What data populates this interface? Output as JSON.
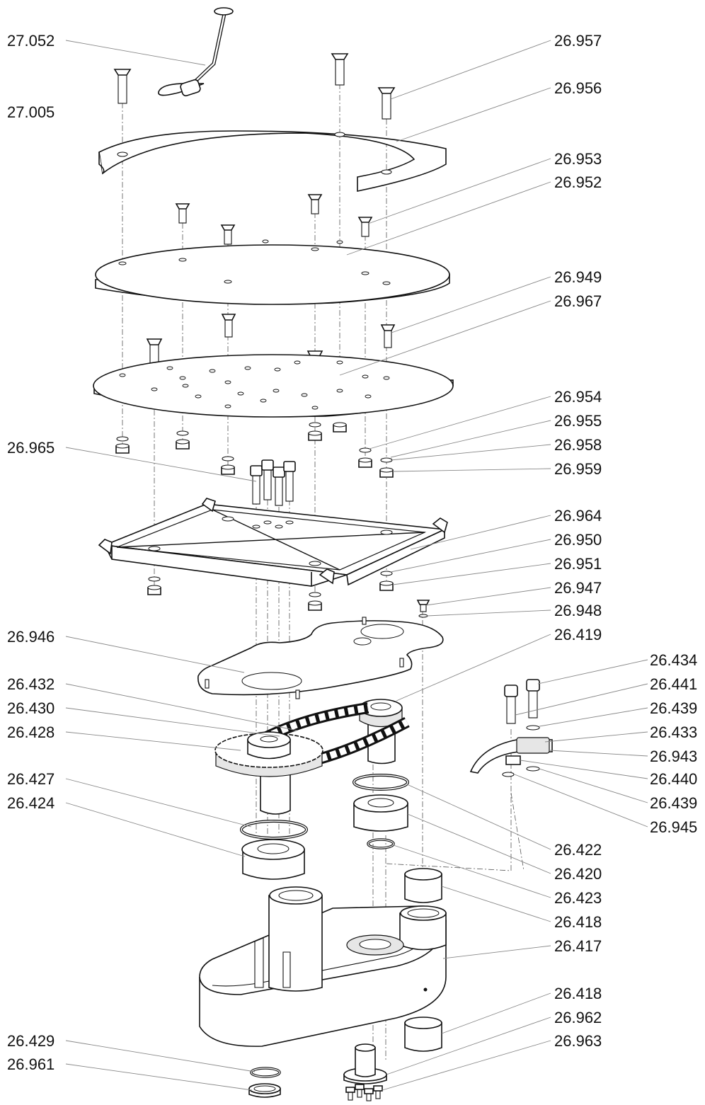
{
  "labels_left": [
    "27.052",
    "27.005",
    "26.965",
    "26.946",
    "26.432",
    "26.430",
    "26.428",
    "26.427",
    "26.424",
    "26.429",
    "26.961"
  ],
  "labels_right": [
    "26.957",
    "26.956",
    "26.953",
    "26.952",
    "26.949",
    "26.967",
    "26.954",
    "26.955",
    "26.958",
    "26.959",
    "26.964",
    "26.950",
    "26.951",
    "26.947",
    "26.948",
    "26.419",
    "26.434",
    "26.441",
    "26.439",
    "26.433",
    "26.943",
    "26.440",
    "26.439",
    "26.945",
    "26.422",
    "26.420",
    "26.423",
    "26.418",
    "26.417",
    "26.418",
    "26.962",
    "26.963"
  ]
}
